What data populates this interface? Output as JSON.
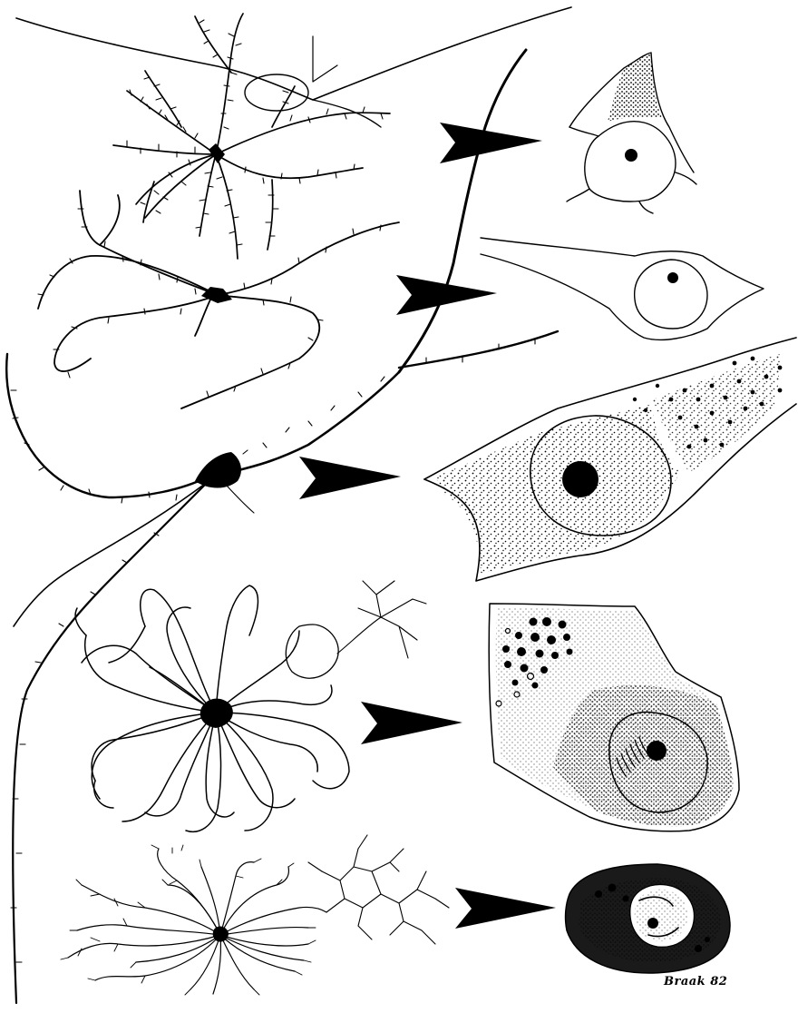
{
  "figure": {
    "signature": "Braak 82",
    "ink_color": "#000000",
    "paper_color": "#ffffff"
  },
  "panels": [
    {
      "neuron": "spiny-stellate-neuron",
      "arrow": "arrow-1",
      "cell": "cell-detail-1"
    },
    {
      "neuron": "pyramidal-neuron-small",
      "arrow": "arrow-2",
      "cell": "cell-detail-2"
    },
    {
      "neuron": "pyramidal-neuron-large",
      "arrow": "arrow-3",
      "cell": "cell-detail-3"
    },
    {
      "neuron": "aspiny-stellate-neuron",
      "arrow": "arrow-4",
      "cell": "cell-detail-4"
    },
    {
      "neuron": "granule-neuron",
      "arrow": "arrow-5",
      "cell": "cell-detail-5"
    }
  ]
}
